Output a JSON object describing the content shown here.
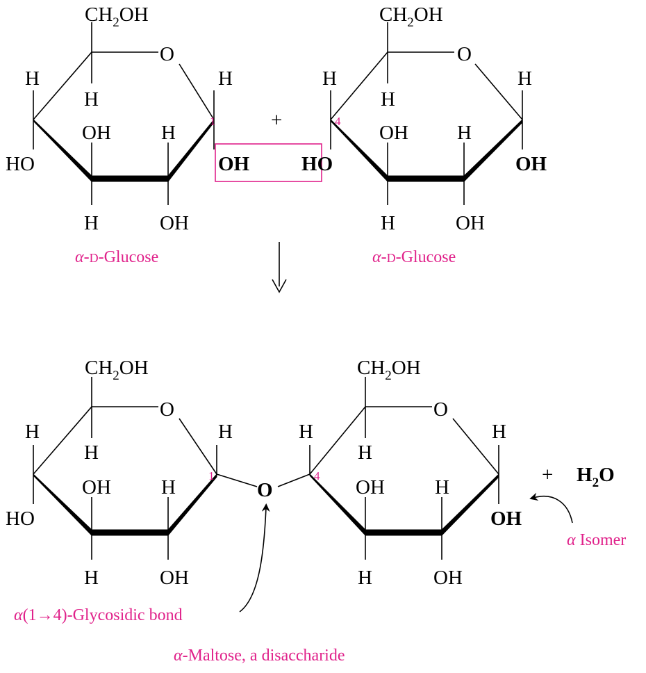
{
  "colors": {
    "accent": "#e0218a",
    "ink": "#000000",
    "box": "#e0218a"
  },
  "glucose_left": {
    "ch2oh_main": "CH",
    "ch2oh_sub": "2",
    "ch2oh_tail": "OH",
    "ring_o": "O",
    "h_c5": "H",
    "h_c4_top": "H",
    "h_c1_top": "H",
    "oh_c3": "OH",
    "h_c2": "H",
    "ho_c4": "HO",
    "h_c3_bottom": "H",
    "oh_c2_bottom": "OH",
    "c1_number": "1",
    "oh_c1": "OH",
    "name_greek": "α",
    "name_dash1": "-",
    "name_d": "D",
    "name_rest": "-Glucose"
  },
  "plus_top": "+",
  "glucose_right": {
    "ch2oh_main": "CH",
    "ch2oh_sub": "2",
    "ch2oh_tail": "OH",
    "ring_o": "O",
    "h_c4_top": "H",
    "h_c5": "H",
    "h_c1_top": "H",
    "c4_number": "4",
    "ho_c4_h": "H",
    "ho_c4_o": "O",
    "oh_c3": "OH",
    "h_c2": "H",
    "oh_c1": "OH",
    "h_c3_bottom": "H",
    "oh_c2_bottom": "OH",
    "name_greek": "α",
    "name_dash1": "-",
    "name_d": "D",
    "name_rest": "-Glucose"
  },
  "reaction_arrow": "↓",
  "maltose": {
    "left": {
      "ch2oh_main": "CH",
      "ch2oh_sub": "2",
      "ch2oh_tail": "OH",
      "ring_o": "O",
      "h_c5": "H",
      "h_c4_top": "H",
      "h_c1_top": "H",
      "oh_c3": "OH",
      "h_c2": "H",
      "ho_c4": "HO",
      "h_c3_bottom": "H",
      "oh_c2_bottom": "OH",
      "c1_number": "1"
    },
    "bridge_o": "O",
    "right": {
      "ch2oh_main": "CH",
      "ch2oh_sub": "2",
      "ch2oh_tail": "OH",
      "ring_o": "O",
      "h_c4_top": "H",
      "h_c5": "H",
      "h_c1_top": "H",
      "c4_number": "4",
      "oh_c3": "OH",
      "h_c2": "H",
      "oh_c1": "OH",
      "h_c3_bottom": "H",
      "oh_c2_bottom": "OH"
    },
    "plus": "+",
    "water_h": "H",
    "water_sub": "2",
    "water_o": "O",
    "isomer_greek": "α",
    "isomer_text": " Isomer",
    "bond_greek": "α",
    "bond_text": "(1→4)-Glycosidic bond",
    "caption_greek": "α",
    "caption_text": "-Maltose, a disaccharide"
  }
}
